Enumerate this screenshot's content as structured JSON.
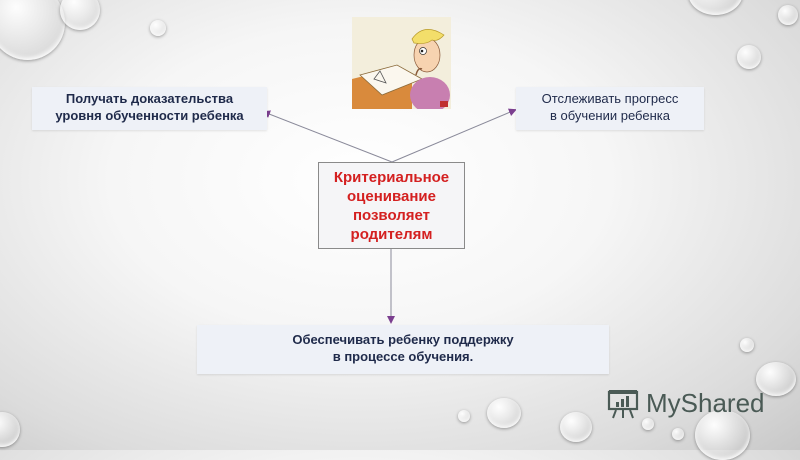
{
  "diagram": {
    "center": {
      "lines": [
        "Критериальное",
        "оценивание",
        "позволяет",
        "родителям"
      ],
      "color": "#d42020"
    },
    "branches": {
      "left": {
        "lines": [
          "Получать доказательства",
          "уровня обученности ребенка"
        ]
      },
      "right": {
        "lines": [
          "Отслеживать прогресс",
          "в обучении ребенка"
        ]
      },
      "bottom": {
        "lines": [
          "Обеспечивать ребенку поддержку",
          "в процессе обучения."
        ]
      }
    },
    "arrow_color": "#7b3f8f",
    "illustration": "boy-reading-book-image"
  },
  "watermark": {
    "icon": "presentation-chart-icon",
    "text": "MyShared"
  }
}
